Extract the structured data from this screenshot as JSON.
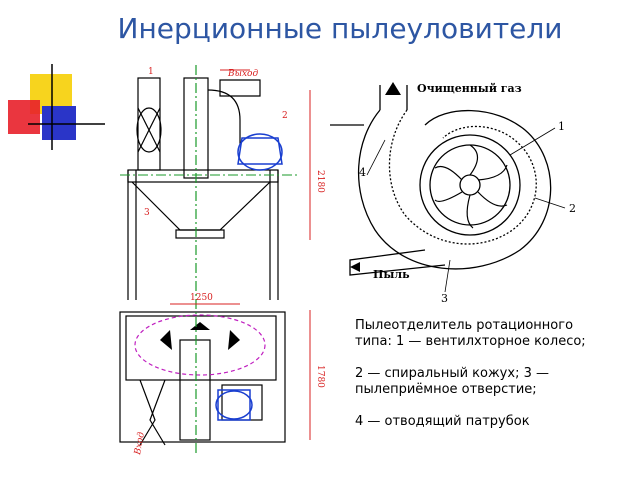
{
  "slide": {
    "title": "Инерционные пылеуловители"
  },
  "left_drawing": {
    "labels": {
      "n1": "1",
      "n2": "2",
      "n3": "3",
      "dim_width": "1250",
      "dim_height_upper": "2180",
      "dim_height_lower": "1780",
      "outlet": "Выход",
      "inlet": "Вход"
    }
  },
  "right_drawing": {
    "labels": {
      "clean_gas": "Очищенный газ",
      "dust": "Пыль",
      "n1": "1",
      "n2": "2",
      "n3": "3",
      "n4": "4"
    }
  },
  "caption": {
    "line1": "Пылеотделитель ротационного",
    "line2": "типа: 1 — вентилхторное колесо;",
    "line3": "2 — спиральный кожух; 3 —",
    "line4": "пылеприёмное отверстие;",
    "line5": "4 — отводящий патрубок"
  }
}
